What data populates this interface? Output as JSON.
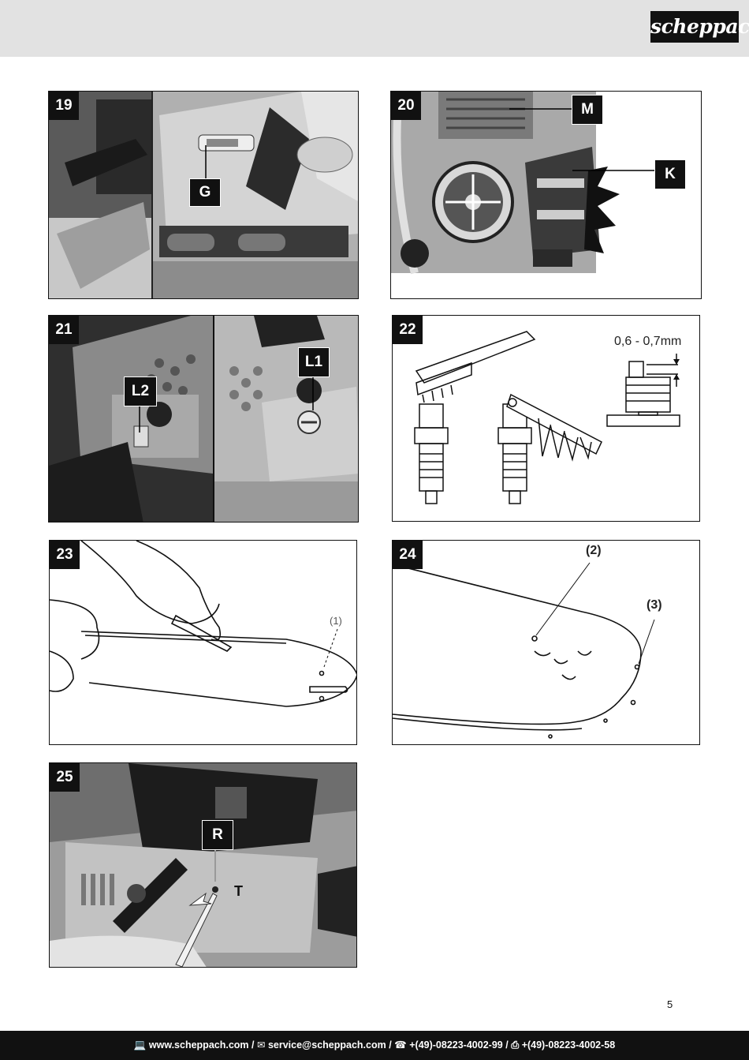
{
  "header": {
    "brand": "scheppach"
  },
  "figures": [
    {
      "number": "19",
      "callouts": [
        "G"
      ]
    },
    {
      "number": "20",
      "callouts": [
        "M",
        "K"
      ]
    },
    {
      "number": "21",
      "callouts": [
        "L2",
        "L1"
      ]
    },
    {
      "number": "22",
      "annotation": "0,6 - 0,7mm"
    },
    {
      "number": "23",
      "labels": [
        "(1)"
      ]
    },
    {
      "number": "24",
      "labels": [
        "(2)",
        "(3)"
      ]
    },
    {
      "number": "25",
      "callouts": [
        "R"
      ],
      "labels": [
        "T"
      ]
    }
  ],
  "page_number": "5",
  "footer": {
    "website": "www.scheppach.com",
    "email": "service@scheppach.com",
    "phone": "+(49)-08223-4002-99",
    "fax": "+(49)-08223-4002-58",
    "separator": "/"
  },
  "icons": [
    "computer-icon",
    "mail-icon",
    "phone-icon",
    "fax-icon"
  ]
}
